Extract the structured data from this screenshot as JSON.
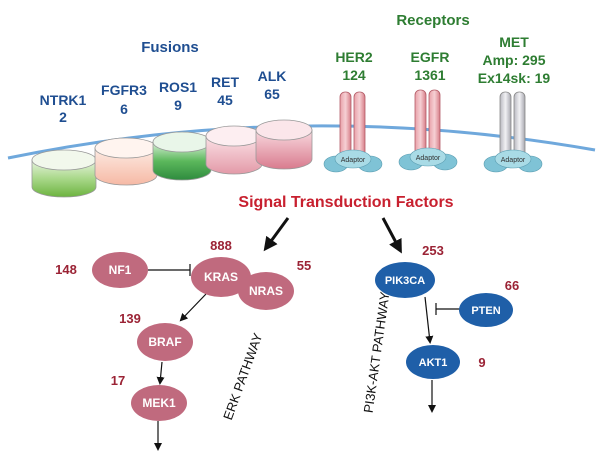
{
  "fusions": {
    "title": "Fusions",
    "items": [
      {
        "name": "NTRK1",
        "count": "2"
      },
      {
        "name": "FGFR3",
        "count": "6"
      },
      {
        "name": "ROS1",
        "count": "9"
      },
      {
        "name": "RET",
        "count": "45"
      },
      {
        "name": "ALK",
        "count": "65"
      }
    ]
  },
  "receptors": {
    "title": "Receptors",
    "items": [
      {
        "name": "HER2",
        "count": "124",
        "adaptor": "Adaptor"
      },
      {
        "name": "EGFR",
        "count": "1361",
        "adaptor": "Adaptor"
      },
      {
        "name": "MET",
        "line2": "Amp: 295",
        "line3": "Ex14sk: 19",
        "adaptor": "Adaptor"
      }
    ]
  },
  "signal_title": "Signal Transduction Factors",
  "erk": {
    "pathway_label": "ERK PATHWAY",
    "nodes": {
      "nf1": {
        "label": "NF1",
        "count": "148"
      },
      "kras": {
        "label": "KRAS",
        "count": "888"
      },
      "nras": {
        "label": "NRAS",
        "count": "55"
      },
      "braf": {
        "label": "BRAF",
        "count": "139"
      },
      "mek1": {
        "label": "MEK1",
        "count": "17"
      }
    }
  },
  "pi3k": {
    "pathway_label": "PI3K-AKT PATHWAY",
    "nodes": {
      "pik3ca": {
        "label": "PIK3CA",
        "count": "253"
      },
      "pten": {
        "label": "PTEN",
        "count": "66"
      },
      "akt1": {
        "label": "AKT1",
        "count": "9"
      }
    }
  },
  "colors": {
    "fusion_text": "#1f4e91",
    "receptor_text": "#2e7d32",
    "count_red": "#9b2335",
    "erk_node": "#c06a7e",
    "pi3k_node": "#1f5fa8",
    "membrane": "#6fa8dc"
  }
}
